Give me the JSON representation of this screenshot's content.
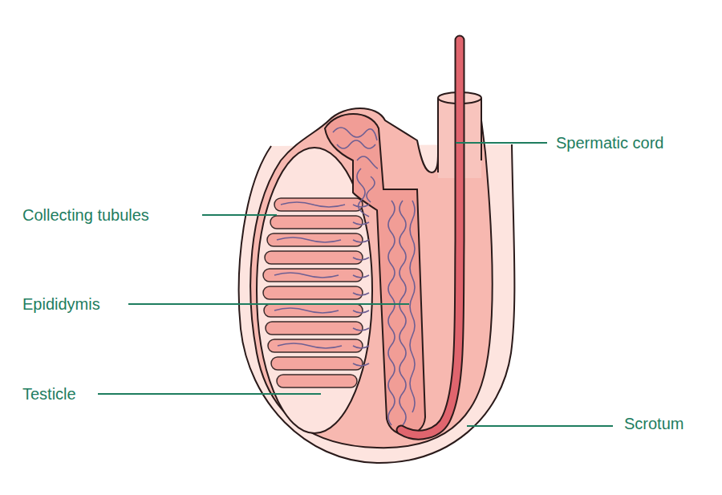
{
  "diagram": {
    "labels": [
      "Spermatic cord",
      "Collecting tubules",
      "Epididymis",
      "Testicle",
      "Scrotum"
    ]
  }
}
